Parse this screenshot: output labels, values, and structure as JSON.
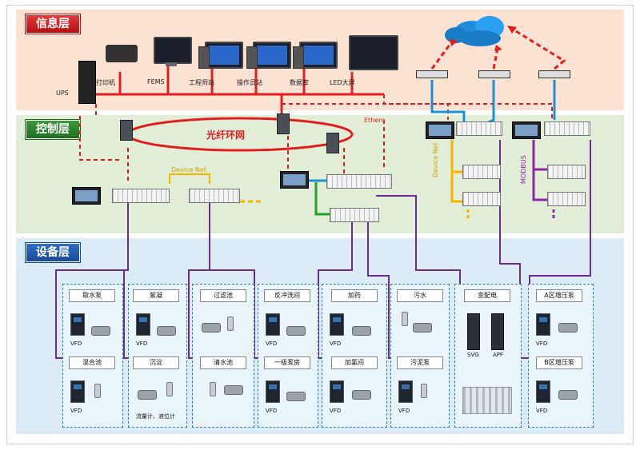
{
  "layers": {
    "info": "信息层",
    "control": "控制层",
    "device": "设备层"
  },
  "info_devices": {
    "ups": "UPS",
    "printer": "打印机",
    "fems": "FEMS",
    "engineer": "工程师站",
    "operator": "操作员站",
    "database": "数据库",
    "led": "LED大屏"
  },
  "control": {
    "fiber_ring": "光纤环网",
    "ethernet": "Ethern",
    "devicenet": "Device Net",
    "devicenet_vertical": "Device Net",
    "modbus": "MODBUS"
  },
  "device_boxes": {
    "intake_pump": "取水泵",
    "coagulation": "絮凝",
    "filter_pool": "过滤池",
    "backwash": "反冲洗间",
    "dosing": "加药",
    "sewage": "污水",
    "substation": "变配电",
    "zone_a": "A区增压泵",
    "mixing": "混合池",
    "sedimentation": "沉淀",
    "clear_pool": "清水池",
    "pump_house": "一级泵房",
    "chlorination": "加氯间",
    "sludge_pump": "污泥泵",
    "zone_b": "B区增压泵"
  },
  "device_labels": {
    "vfd": "VFD",
    "svg": "SVG",
    "apf": "APF",
    "sedimentation_note": "流量计、液位计"
  },
  "colors": {
    "red_line": "#e02020",
    "purple_line": "#6a2c91",
    "blue_line": "#1e90d6",
    "yellow_line": "#f2b800",
    "green_line": "#2aa02a"
  }
}
